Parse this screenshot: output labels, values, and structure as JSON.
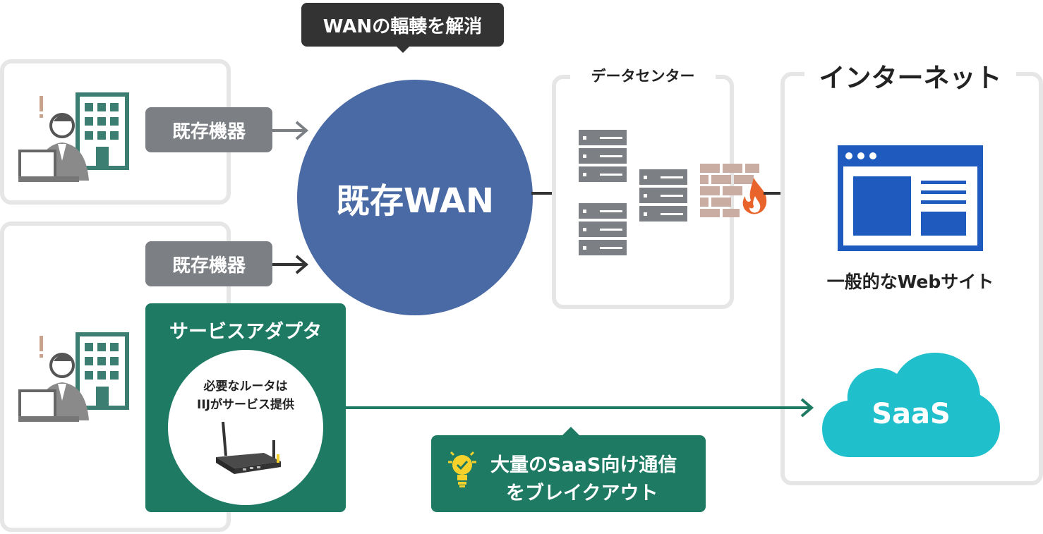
{
  "tooltip": {
    "text": "WANの輻輳を解消"
  },
  "left": {
    "existing_device_top": "既存機器",
    "existing_device_bottom": "既存機器"
  },
  "wan": {
    "label": "既存WAN"
  },
  "datacenter": {
    "title": "データセンター"
  },
  "internet": {
    "title": "インターネット",
    "website_caption": "一般的なWebサイト",
    "saas_label": "SaaS"
  },
  "adapter": {
    "title": "サービスアダプタ",
    "line1": "必要なルータは",
    "line2": "IIJがサービス提供"
  },
  "breakout": {
    "line1": "大量のSaaS向け通信",
    "line2": "をブレイクアウト"
  },
  "colors": {
    "wan_blue": "#4a6aa5",
    "green": "#1e7a63",
    "gray_pill": "#7c7f84",
    "panel_border": "#e6e6e6",
    "web_blue": "#1f5bbf",
    "saas_cyan": "#20bfcc",
    "fire_orange": "#e8642a",
    "bulb_yellow": "#f5d22b"
  },
  "icons": [
    "office-worker-icon",
    "building-icon",
    "server-icon",
    "firewall-icon",
    "browser-window-icon",
    "cloud-icon",
    "router-icon",
    "lightbulb-icon",
    "arrow-icon"
  ]
}
